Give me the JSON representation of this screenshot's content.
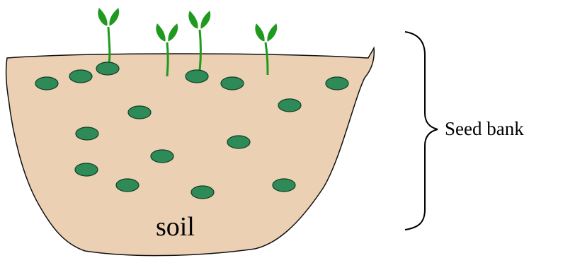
{
  "labels": {
    "soil": "soil",
    "seed_bank": "Seed bank"
  },
  "colors": {
    "soil_fill": "#ecd0b4",
    "soil_outline": "#111111",
    "seed_fill": "#2e8b57",
    "seed_outline": "#0e3f24",
    "sprout_green": "#1f9a1f",
    "brace": "#000000"
  },
  "icons": {
    "seed": "seed-ellipse",
    "seedling": "seedling-icon",
    "brace": "curly-brace-right"
  }
}
